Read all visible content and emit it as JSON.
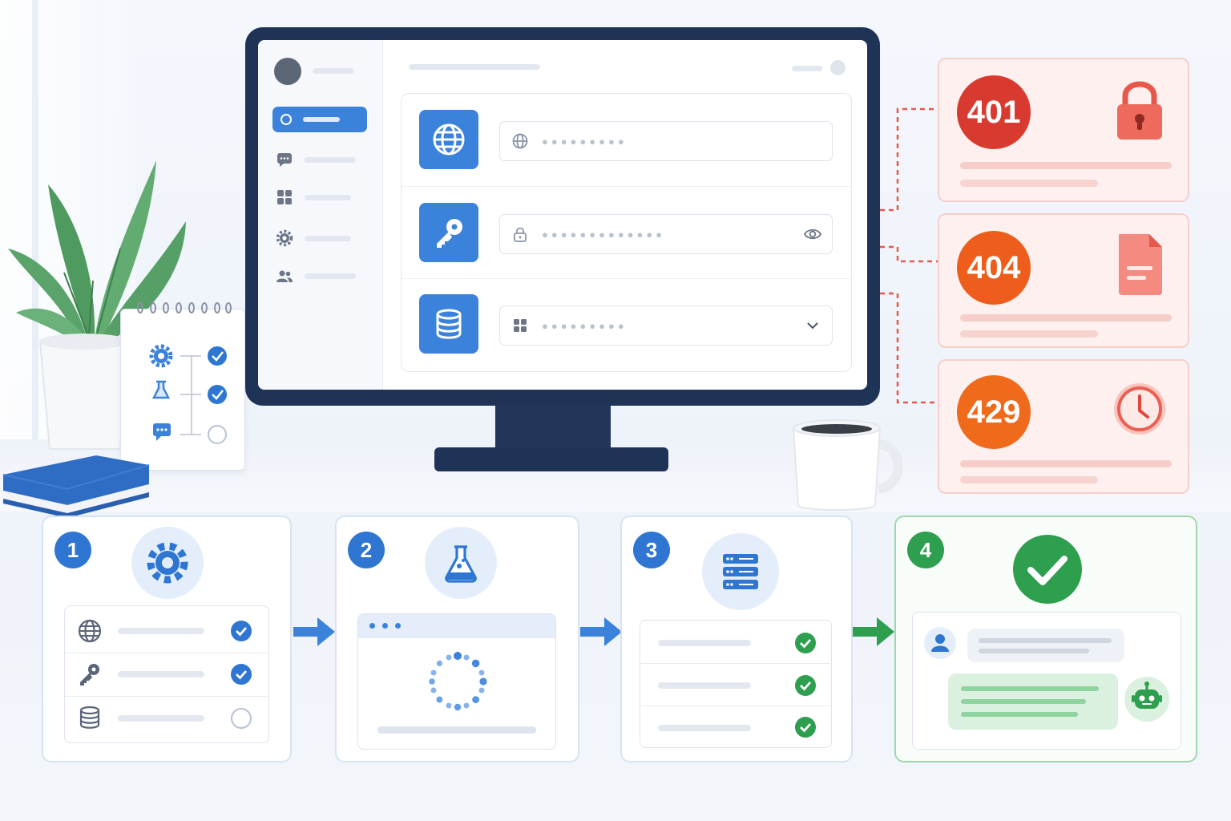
{
  "error_cards": [
    {
      "code": "401",
      "color": "#d93a2f",
      "icon": "lock-icon"
    },
    {
      "code": "404",
      "color": "#ee5d1c",
      "icon": "document-icon"
    },
    {
      "code": "429",
      "color": "#f06a1c",
      "icon": "clock-icon"
    }
  ],
  "steps": [
    {
      "number": "1",
      "icon": "gear-icon",
      "rows": [
        "globe-icon",
        "key-icon",
        "database-icon"
      ],
      "row_status": [
        "checked",
        "checked",
        "unchecked"
      ]
    },
    {
      "number": "2",
      "icon": "flask-icon",
      "rows": [
        "loading-spinner-icon"
      ]
    },
    {
      "number": "3",
      "icon": "server-icon",
      "row_status": [
        "checked",
        "checked",
        "checked"
      ]
    },
    {
      "number": "4",
      "icon": "checkmark-icon",
      "rows": [
        "user-icon",
        "robot-icon"
      ]
    }
  ],
  "monitor": {
    "sidebar_icons": [
      "chat-icon",
      "grid-icon",
      "gear-icon",
      "users-icon"
    ],
    "fields": [
      {
        "tile_icon": "globe-icon",
        "input_icon": "globe-icon",
        "masked": "●●●●●●●●●"
      },
      {
        "tile_icon": "key-icon",
        "input_icon": "lock-icon",
        "masked": "●●●●●●●●●●●●●",
        "trailing_icon": "eye-icon"
      },
      {
        "tile_icon": "database-icon",
        "input_icon": "grid-icon",
        "masked": "●●●●●●●●●",
        "trailing_icon": "chevron-down-icon"
      }
    ]
  },
  "colors": {
    "primary": "#3b82db",
    "success": "#2e9e4f",
    "error_border": "#f6cfcb",
    "monitor": "#1f3356"
  }
}
